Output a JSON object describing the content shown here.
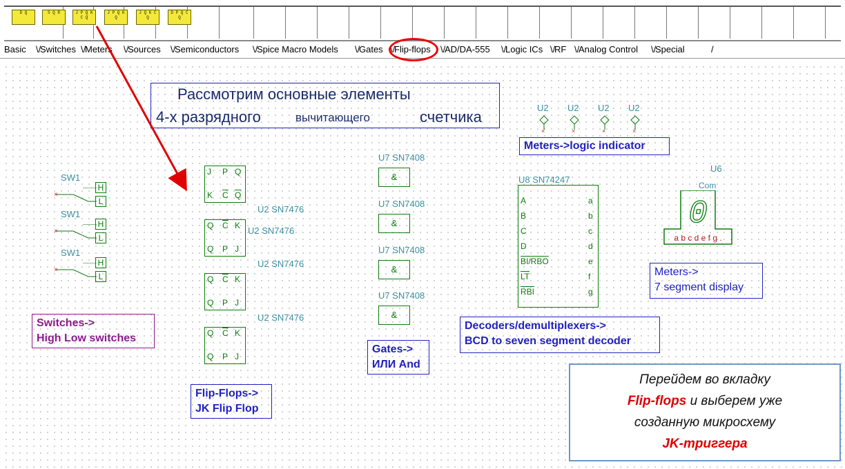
{
  "toolbar": {
    "buttons": [
      {
        "icon": "d-flipflop-icon",
        "glyph": "D Q"
      },
      {
        "icon": "sr-flipflop-icon",
        "glyph": "S Q R"
      },
      {
        "icon": "jk-flipflop-icon",
        "glyph": "J P Q K C Q"
      },
      {
        "icon": "jk-flipflop-alt-icon",
        "glyph": "J P Q K Q"
      },
      {
        "icon": "jk-flipflop-clear-icon",
        "glyph": "J Q K C Q"
      },
      {
        "icon": "d-flipflop-preset-icon",
        "glyph": "D P Q C Q"
      }
    ]
  },
  "tabs": [
    "Basic",
    "Switches",
    "Meters",
    "Sources",
    "Semiconductors",
    "Spice Macro Models",
    "Gates",
    "Flip-flops",
    "AD/DA-555",
    "Logic ICs",
    "RF",
    "Analog Control",
    "Special"
  ],
  "selected_tab": "Flip-flops",
  "title": {
    "line1": "Рассмотрим основные элементы",
    "line2a": "4-х разрядного",
    "line2b": "вычитающего",
    "line2c": "счетчика"
  },
  "switches": {
    "label": "SW1",
    "high": "H",
    "low": "L"
  },
  "flipflops": {
    "jk_pins": {
      "j": "J",
      "p": "P",
      "q": "Q",
      "k": "K",
      "c": "C",
      "qbar": "Q"
    },
    "part": "U2 SN7476"
  },
  "gates": {
    "part": "U7 SN7408",
    "symbol": "&"
  },
  "decoder": {
    "part": "U8 SN74247",
    "inputs": [
      "A",
      "B",
      "C",
      "D",
      "BI/RBO",
      "LT",
      "RBI"
    ],
    "outputs": [
      "a",
      "b",
      "c",
      "d",
      "e",
      "f",
      "g"
    ]
  },
  "indicators": {
    "label": "U2"
  },
  "display": {
    "label": "U6",
    "com": "Com",
    "digit": "0",
    "pins": "a b c d e f g ."
  },
  "notes": {
    "switches": [
      "Switches->",
      "High Low switches"
    ],
    "flipflops": [
      "Flip-Flops->",
      "JK Flip Flop"
    ],
    "gates": [
      "Gates->",
      "ИЛИ And"
    ],
    "decoder": [
      "Decoders/demultiplexers->",
      "BCD to seven segment decoder"
    ],
    "meters_logic": "Meters->logic indicator",
    "meters_display": [
      "Meters->",
      "7 segment display"
    ]
  },
  "callout": {
    "line1": "Перейдем во вкладку",
    "highlight": "Flip-flops",
    "line2rest": " и выберем уже",
    "line3": "созданную микросхему",
    "line4": "JK-триггера"
  },
  "colors": {
    "component": "#0b7a0b",
    "part_label": "#3a8fa0",
    "annotation": "#2020c0",
    "switch_note": "#8b1a8b",
    "arrow": "#e00000",
    "callout_red": "#e00000"
  }
}
